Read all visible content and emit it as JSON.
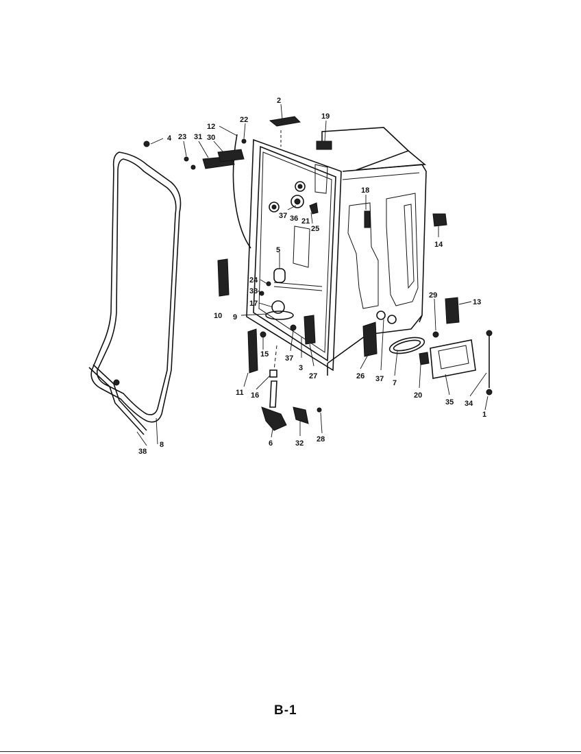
{
  "page": {
    "number": "B-1"
  },
  "callouts": [
    "2",
    "19",
    "12",
    "22",
    "4",
    "23",
    "31",
    "30",
    "18",
    "14",
    "37",
    "36",
    "21",
    "25",
    "5",
    "24",
    "33",
    "10",
    "17",
    "9",
    "29",
    "13",
    "15",
    "37",
    "3",
    "27",
    "26",
    "37",
    "7",
    "20",
    "35",
    "34",
    "1",
    "11",
    "16",
    "6",
    "32",
    "28",
    "38",
    "8"
  ]
}
